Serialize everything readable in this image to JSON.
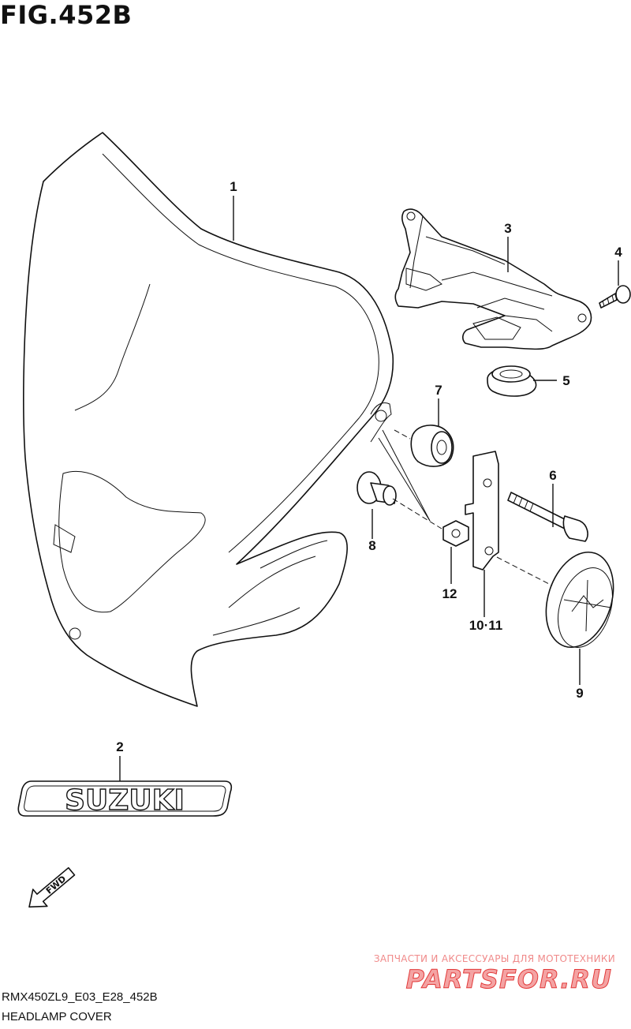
{
  "figure": {
    "title": "FIG.452B"
  },
  "callouts": [
    {
      "id": "c1",
      "label": "1"
    },
    {
      "id": "c2",
      "label": "2"
    },
    {
      "id": "c3",
      "label": "3"
    },
    {
      "id": "c4",
      "label": "4"
    },
    {
      "id": "c5",
      "label": "5"
    },
    {
      "id": "c6",
      "label": "6"
    },
    {
      "id": "c7",
      "label": "7"
    },
    {
      "id": "c8",
      "label": "8"
    },
    {
      "id": "c9",
      "label": "9"
    },
    {
      "id": "c10",
      "label": "10·11"
    },
    {
      "id": "c12",
      "label": "12"
    }
  ],
  "emblem": {
    "text": "SUZUKI"
  },
  "direction_arrow": {
    "text": "FWD"
  },
  "footer": {
    "code": "RMX450ZL9_E03_E28_452B",
    "caption": "HEADLAMP COVER"
  },
  "watermark": {
    "caption": "ЗАПЧАСТИ И АКСЕССУАРЫ ДЛЯ МОТОТЕХНИКИ",
    "logo_text": "PARTSFOR.RU",
    "color": "#e23a3a"
  }
}
